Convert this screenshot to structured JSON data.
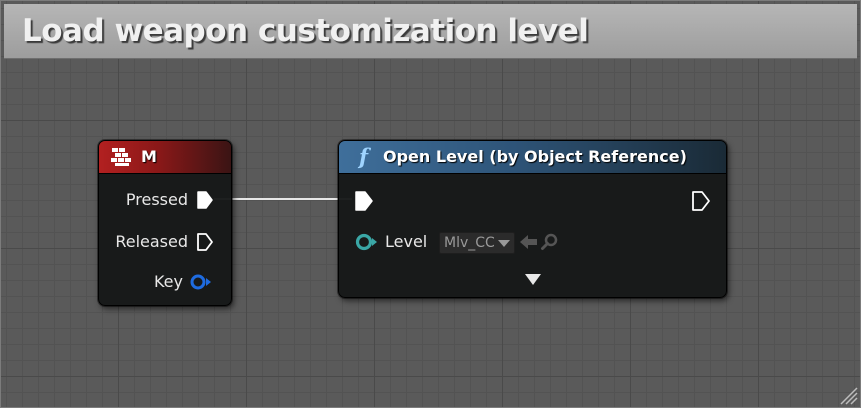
{
  "comment": {
    "title": "Load weapon customization level"
  },
  "event_node": {
    "title": "M",
    "icon": "keyboard-key-icon",
    "pins": {
      "pressed": "Pressed",
      "released": "Released",
      "key": "Key"
    }
  },
  "function_node": {
    "icon": "function-icon",
    "icon_glyph": "f",
    "title": "Open Level (by Object Reference)",
    "inputs": {
      "level_label": "Level",
      "level_value": "Mlv_CC"
    }
  },
  "colors": {
    "event_header": "#b22020",
    "function_header": "#3f6f9b",
    "object_pin": "#3aa7a6",
    "struct_pin": "#1e6be0",
    "exec_pin": "#ffffff"
  }
}
